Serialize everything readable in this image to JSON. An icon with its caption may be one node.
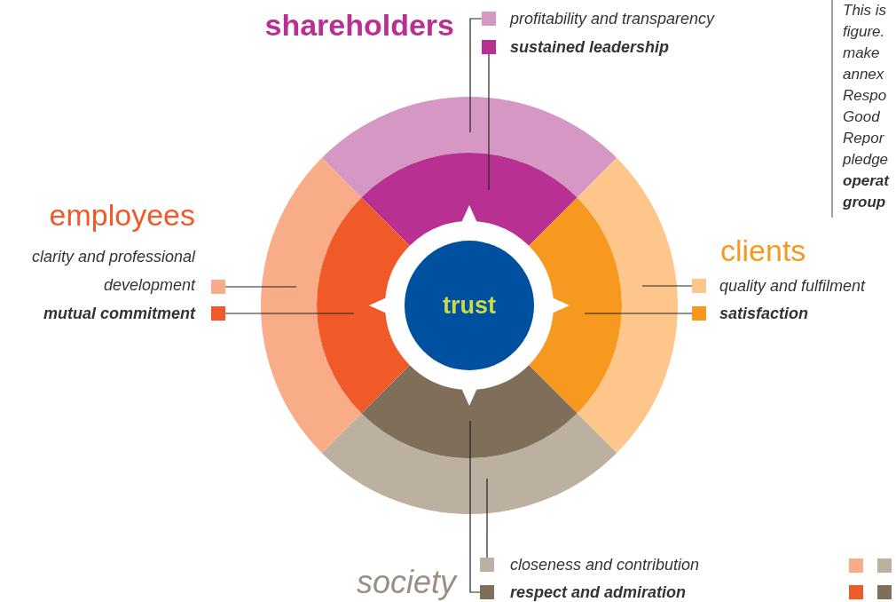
{
  "diagram": {
    "nodes": [
      {
        "text": [
          "trust"
        ]
      },
      {
        "text": [],
        "shape": "segment"
      },
      {
        "text": [],
        "shape": "segment"
      },
      {
        "text": [],
        "shape": "segment"
      },
      {
        "text": [],
        "shape": "segment"
      },
      {
        "text": [],
        "shape": "segment"
      },
      {
        "text": [],
        "shape": "segment"
      },
      {
        "text": [],
        "shape": "segment"
      },
      {
        "text": [],
        "shape": "segment"
      },
      {
        "text": [
          "profitability and transparency"
        ]
      },
      {
        "text": [
          "sustained leadership"
        ]
      },
      {
        "text": [
          "quality and fulfilment"
        ]
      },
      {
        "text": [
          "satisfaction"
        ]
      },
      {
        "text": [
          "closeness and contribution"
        ]
      },
      {
        "text": [
          "respect and admiration"
        ]
      },
      {
        "text": [
          "clarity and professional development"
        ]
      },
      {
        "text": [
          "mutual commitment"
        ]
      }
    ],
    "edges": [
      {
        "from": 9,
        "to": 1,
        "arrow": "none"
      },
      {
        "from": 10,
        "to": 2,
        "arrow": "none"
      },
      {
        "from": 11,
        "to": 3,
        "arrow": "none"
      },
      {
        "from": 12,
        "to": 4,
        "arrow": "none"
      },
      {
        "from": 13,
        "to": 5,
        "arrow": "none"
      },
      {
        "from": 14,
        "to": 6,
        "arrow": "none"
      },
      {
        "from": 15,
        "to": 7,
        "arrow": "none"
      },
      {
        "from": 16,
        "to": 8,
        "arrow": "none"
      }
    ],
    "labels": [
      "shareholders",
      "employees",
      "clients",
      "society",
      "This is",
      "figure.",
      "make",
      "annex",
      "Respo",
      "Good",
      "Repor",
      "pledge",
      "operat",
      "group"
    ]
  }
}
